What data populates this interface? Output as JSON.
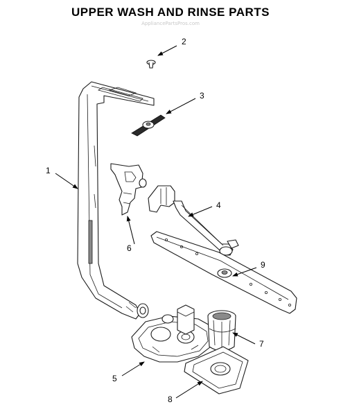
{
  "title": "UPPER WASH AND RINSE PARTS",
  "watermark": "AppliancePartsPros.com",
  "callouts": [
    {
      "id": "1",
      "label": "1"
    },
    {
      "id": "2",
      "label": "2"
    },
    {
      "id": "3",
      "label": "3"
    },
    {
      "id": "4",
      "label": "4"
    },
    {
      "id": "5",
      "label": "5"
    },
    {
      "id": "6",
      "label": "6"
    },
    {
      "id": "7",
      "label": "7"
    },
    {
      "id": "8",
      "label": "8"
    },
    {
      "id": "9",
      "label": "9"
    }
  ]
}
